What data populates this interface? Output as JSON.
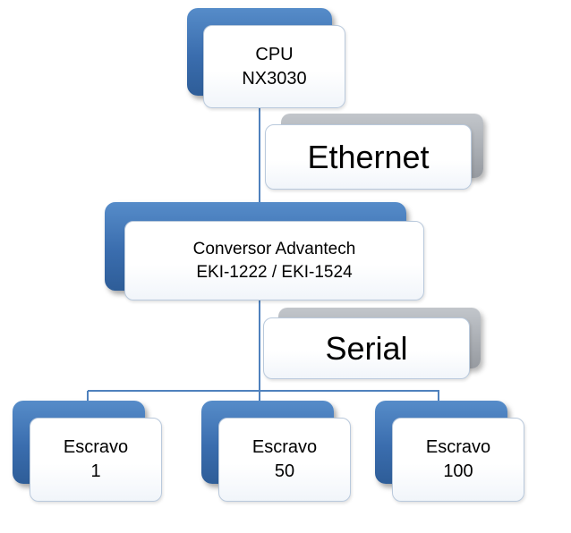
{
  "diagram": {
    "type": "network-topology",
    "nodes": {
      "cpu": {
        "lines": [
          "CPU",
          "NX3030"
        ]
      },
      "ethernet": {
        "label": "Ethernet"
      },
      "conversor": {
        "lines": [
          "Conversor Advantech",
          "EKI-1222 / EKI-1524"
        ]
      },
      "serial": {
        "label": "Serial"
      },
      "escravo_1": {
        "lines": [
          "Escravo",
          "1"
        ]
      },
      "escravo_50": {
        "lines": [
          "Escravo",
          "50"
        ]
      },
      "escravo_100": {
        "lines": [
          "Escravo",
          "100"
        ]
      }
    },
    "edges": [
      {
        "from": "cpu",
        "to": "conversor",
        "via_label": "Ethernet"
      },
      {
        "from": "conversor",
        "to": "escravo_1",
        "via_label": "Serial"
      },
      {
        "from": "conversor",
        "to": "escravo_50",
        "via_label": "Serial"
      },
      {
        "from": "conversor",
        "to": "escravo_100",
        "via_label": "Serial"
      }
    ],
    "colors": {
      "node_fill_blue_top": "#568cc9",
      "node_fill_blue_bottom": "#2e5d98",
      "label_shadow_gray": "#a0a4aa",
      "front_border": "#b9c9dc",
      "connector": "#4f81bd",
      "text": "#000000"
    }
  }
}
